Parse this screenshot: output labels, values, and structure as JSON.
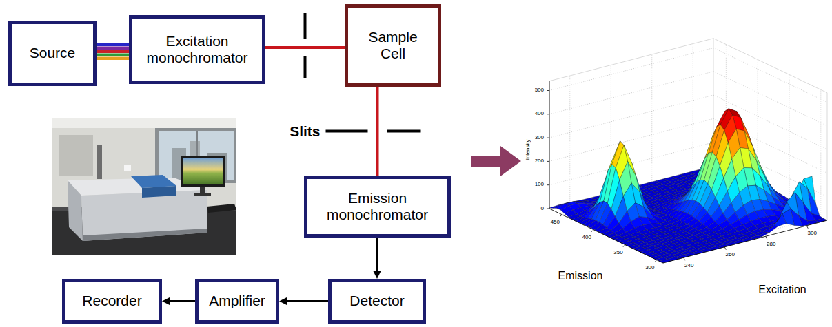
{
  "diagram": {
    "nodes": [
      {
        "text": [
          "Source"
        ]
      },
      {
        "text": [
          "Excitation monochromator"
        ]
      },
      {
        "text": [
          "Sample Cell"
        ]
      },
      {
        "text": [
          "Emission monochromator"
        ]
      },
      {
        "text": [
          "Detector"
        ]
      },
      {
        "text": [
          "Amplifier"
        ]
      },
      {
        "text": [
          "Recorder"
        ]
      }
    ],
    "edges": [
      {
        "from": 0,
        "to": 1,
        "arrow": "none"
      },
      {
        "from": 1,
        "to": 2,
        "arrow": "none"
      },
      {
        "from": 2,
        "to": 3,
        "arrow": "none"
      },
      {
        "from": 3,
        "to": 4,
        "arrow": "to"
      },
      {
        "from": 4,
        "to": 5,
        "arrow": "to"
      },
      {
        "from": 5,
        "to": 6,
        "arrow": "to"
      }
    ],
    "labels": [
      "Slits",
      "500",
      "400",
      "300",
      "200",
      "100",
      "0",
      "Intensity",
      "450",
      "400",
      "350",
      "300",
      "240",
      "260",
      "280",
      "300",
      "Emission",
      "Excitation"
    ]
  }
}
